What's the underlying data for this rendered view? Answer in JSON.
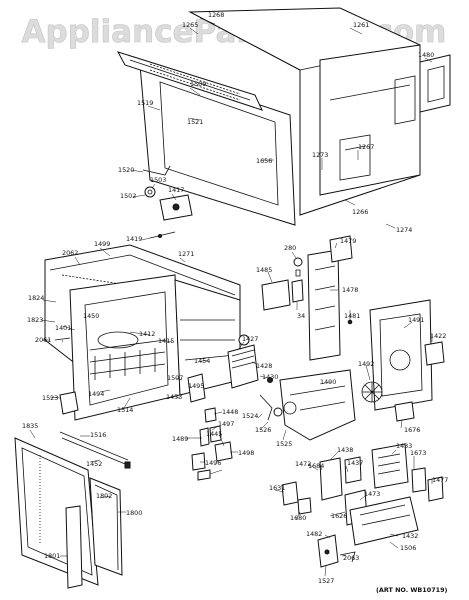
{
  "watermark": "AppliancePartsPros.com",
  "art_number": "(ART NO. WB10719)",
  "part_numbers": [
    "1268",
    "1265",
    "1261",
    "1480",
    "1509",
    "1519",
    "1521",
    "1656",
    "1273",
    "1267",
    "1266",
    "1274",
    "1520",
    "1503",
    "1502",
    "1417",
    "1419",
    "1499",
    "2062",
    "1271",
    "280",
    "1479",
    "1485",
    "1478",
    "1824",
    "1823",
    "1450",
    "1401",
    "2061",
    "1412",
    "1415",
    "1427",
    "1428",
    "34",
    "1481",
    "1491",
    "1422",
    "1454",
    "1507",
    "1430",
    "1492",
    "1495",
    "1453",
    "1494",
    "1514",
    "1523",
    "1448",
    "1524",
    "1526",
    "1490",
    "1676",
    "1525",
    "1497",
    "1445",
    "1489",
    "1498",
    "1496",
    "1835",
    "1516",
    "1452",
    "1684",
    "1472",
    "1438",
    "1437",
    "1433",
    "1473",
    "1631",
    "1680",
    "1673",
    "1477",
    "1802",
    "1800",
    "1626",
    "1482",
    "1432",
    "1506",
    "1801",
    "2063",
    "1527"
  ]
}
